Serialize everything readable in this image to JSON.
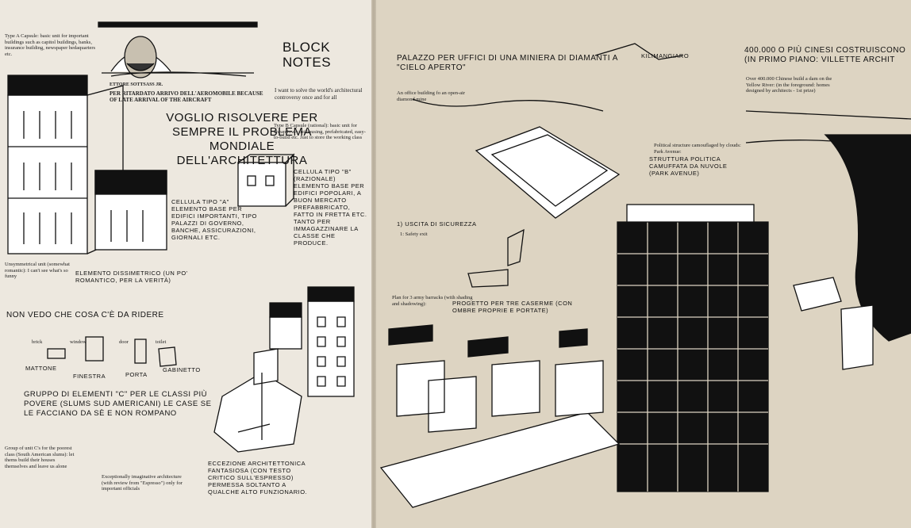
{
  "left_page": {
    "type_a_caption": "Type A Capsule: basic unit for important buildings such as capitol buildings, banks, insurance building, newspaper hedaquarters etc.",
    "portrait_name": "ETTORE SOTTSASS JR.",
    "portrait_subtitle": "PER RITARDATO ARRIVO DELL'AEROMOBILE BECAUSE OF LATE ARRIVAL OF THE AIRCRAFT",
    "block_notes": "BLOCK NOTES",
    "intro_caption": "I want to solve the world's architectural controversy once and for all",
    "title_handwritten": "VOGLIO RISOLVERE PER SEMPRE IL PROBLEMA MONDIALE DELL'ARCHITETTURA",
    "type_b_caption": "Type B Capsule (rational): basic unit for cheap low-cost housing, prefabricated, easy-to-build etc. Just to store the working class",
    "cellula_b_note": "CELLULA TIPO \"B\" (RAZIONALE) ELEMENTO BASE PER EDIFICI POPOLARI, A BUON MERCATO PREFABBRICATO, FATTO IN FRETTA ETC. TANTO PER IMMAGAZZINARE LA CLASSE CHE PRODUCE.",
    "cellula_a_note": "CELLULA TIPO \"A\" ELEMENTO BASE PER EDIFICI IMPORTANTI, TIPO PALAZZI DI GOVERNO, BANCHE, ASSICURAZIONI, GIORNALI ETC.",
    "asym_caption": "Unsymmetrical unit (somewhat romantic): I can't see what's so funny",
    "asym_note": "ELEMENTO DISSIMETRICO (UN PO' ROMANTICO, PER LA VERITÀ)",
    "funny_note": "NON VEDO CHE COSA C'È DA RIDERE",
    "unit_labels_en": [
      "brick",
      "window",
      "door",
      "toilet"
    ],
    "unit_labels_it": [
      "MATTONE",
      "FINESTRA",
      "PORTA",
      "GABINETTO"
    ],
    "group_c_note": "GRUPPO DI ELEMENTI \"C\" PER LE CLASSI PIÙ POVERE (SLUMS SUD AMERICANI) LE CASE SE LE FACCIANO DA SÈ E NON ROMPANO",
    "group_c_caption": "Group of unit C's for the poorest class (South American slums): let thems build their houses themselves and leave us alone",
    "exception_caption": "Exceptionally imaginative architecture (with review from \"Espresso\") only for important officials",
    "exception_note": "ECCEZIONE ARCHITETTONICA FANTASIOSA (CON TESTO CRITICO SULL'ESPRESSO) PERMESSA SOLTANTO A QUALCHE ALTO FUNZIONARIO."
  },
  "right_page": {
    "mine_note": "PALAZZO PER UFFICI DI UNA MINIERA DI DIAMANTI A \"CIELO APERTO\"",
    "mine_caption": "An office building fo an open-air diamond mine",
    "kilimanjaro": "KILIMANGIARO",
    "dam_note": "400.000 O PIÙ CINESI COSTRUISCONO (IN PRIMO PIANO: VILLETTE ARCHIT",
    "dam_caption": "Over 400.000 Chinese build a dam on the Yellow River: (in the foreground: homes designed by architects - 1st prize)",
    "political_caption": "Political structure camouflaged by clouds: Park Avenue:",
    "political_note": "STRUTTURA POLITICA CAMUFFATA DA NUVOLE (PARK AVENUE)",
    "exit_note": "1) USCITA DI SICUREZZA",
    "exit_caption": "1: Safety exit",
    "barracks_caption": "Plan for 3 army barracks (with shading and shadowing):",
    "barracks_note": "PROGETTO PER TRE CASERME (CON OMBRE PROPRIE E PORTATE)"
  },
  "colors": {
    "paper_left": "#ede8df",
    "paper_right": "#ddd4c2",
    "ink": "#111111"
  }
}
